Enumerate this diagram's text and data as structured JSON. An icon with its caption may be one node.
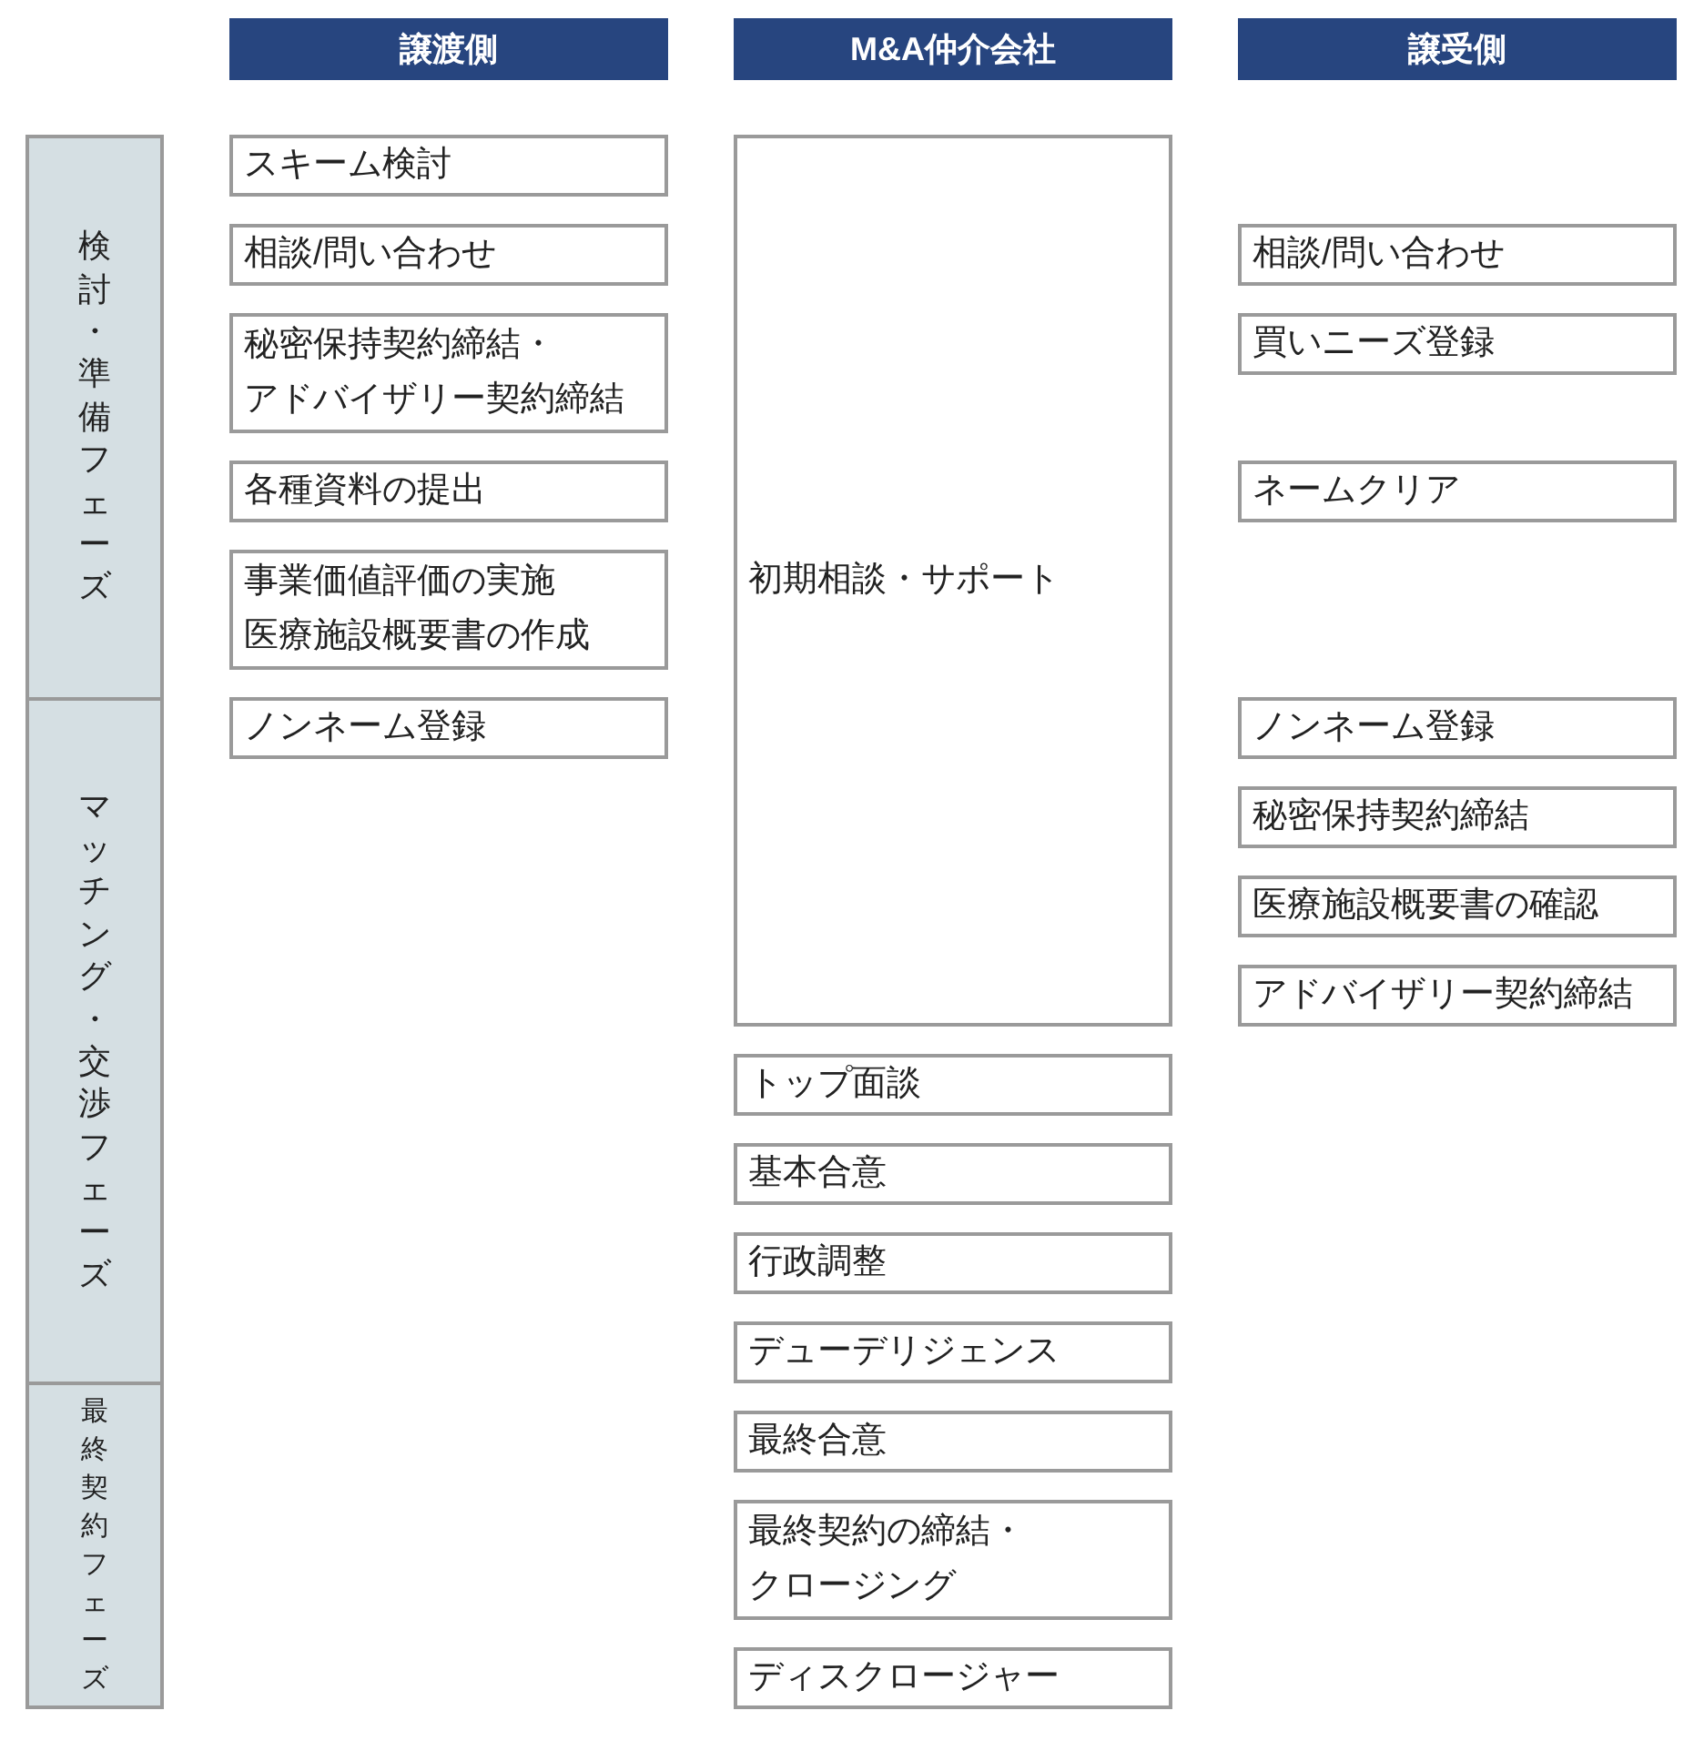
{
  "diagram": {
    "nodes": [
      {
        "text": [
          "譲渡側"
        ]
      },
      {
        "text": [
          "M&A仲介会社"
        ]
      },
      {
        "text": [
          "譲受側"
        ]
      },
      {
        "text": [
          "検討・準備フェーズ"
        ]
      },
      {
        "text": [
          "マッチング・交渉フェーズ"
        ]
      },
      {
        "text": [
          "最終契約フェーズ"
        ]
      },
      {
        "text": [
          "スキーム検討"
        ]
      },
      {
        "text": [
          "相談/問い合わせ"
        ]
      },
      {
        "text": [
          "秘密保持契約締結・",
          "アドバイザリー契約締結"
        ]
      },
      {
        "text": [
          "各種資料の提出"
        ]
      },
      {
        "text": [
          "事業価値評価の実施",
          "医療施設概要書の作成"
        ]
      },
      {
        "text": [
          "ノンネーム登録"
        ]
      },
      {
        "text": [
          "初期相談・サポート"
        ]
      },
      {
        "text": [
          "トップ面談"
        ]
      },
      {
        "text": [
          "基本合意"
        ]
      },
      {
        "text": [
          "行政調整"
        ]
      },
      {
        "text": [
          "デューデリジェンス"
        ]
      },
      {
        "text": [
          "最終合意"
        ]
      },
      {
        "text": [
          "最終契約の締結・",
          "クロージング"
        ]
      },
      {
        "text": [
          "ディスクロージャー"
        ]
      },
      {
        "text": [
          "相談/問い合わせ"
        ]
      },
      {
        "text": [
          "買いニーズ登録"
        ]
      },
      {
        "text": [
          "ネームクリア"
        ]
      },
      {
        "text": [
          "ノンネーム登録"
        ]
      },
      {
        "text": [
          "秘密保持契約締結"
        ]
      },
      {
        "text": [
          "医療施設概要書の確認"
        ]
      },
      {
        "text": [
          "アドバイザリー契約締結"
        ]
      }
    ]
  }
}
